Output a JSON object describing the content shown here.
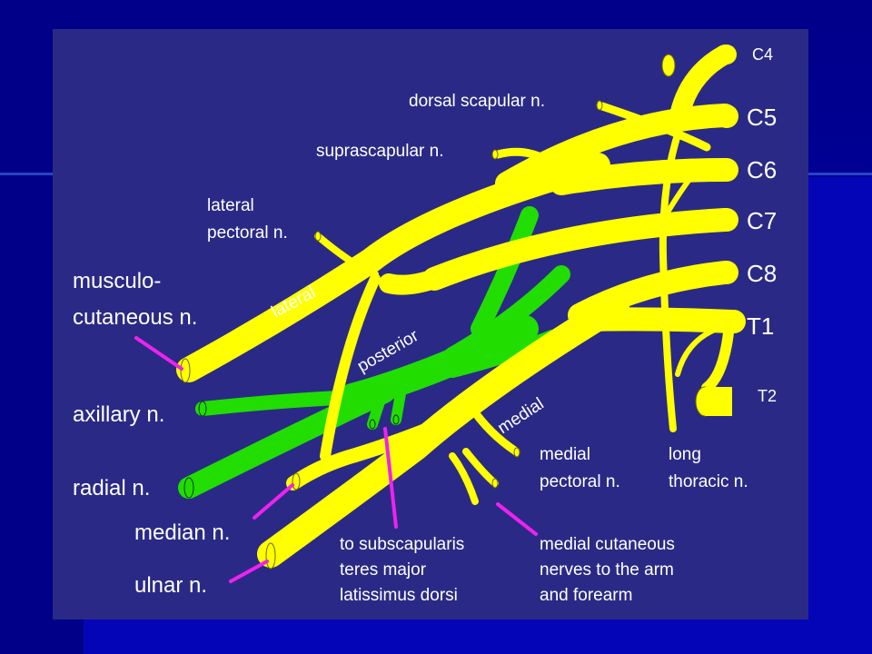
{
  "roots": {
    "c4": "C4",
    "c5": "C5",
    "c6": "C6",
    "c7": "C7",
    "c8": "C8",
    "t1": "T1",
    "t2": "T2"
  },
  "cords": {
    "lateral": "lateral",
    "posterior": "posterior",
    "medial": "medial"
  },
  "nerves": {
    "dorsal_scapular": "dorsal scapular n.",
    "suprascapular": "suprascapular n.",
    "lateral_pectoral_1": "lateral",
    "lateral_pectoral_2": "pectoral n.",
    "musculocutaneous_1": "musculo-",
    "musculocutaneous_2": "cutaneous n.",
    "axillary": "axillary n.",
    "radial": "radial n.",
    "median": "median n.",
    "ulnar": "ulnar n.",
    "medial_pectoral_1": "medial",
    "medial_pectoral_2": "pectoral n.",
    "long_thoracic_1": "long",
    "long_thoracic_2": "thoracic n.",
    "subscap_1": "to subscapularis",
    "subscap_2": "teres major",
    "subscap_3": "latissimus dorsi",
    "medial_cut_1": "medial cutaneous",
    "medial_cut_2": "nerves to the arm",
    "medial_cut_3": "and forearm"
  },
  "colors": {
    "background": "#2a2a86",
    "nerve_yellow": "#ffff00",
    "posterior_green": "#22dd00",
    "pointer_magenta": "#ee22ee",
    "label_white": "#ffffff"
  }
}
